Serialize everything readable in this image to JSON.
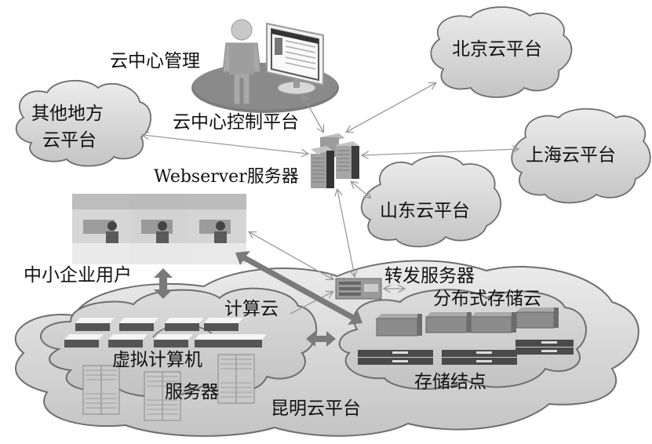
{
  "diagram": {
    "title": "昆明云平台 architecture",
    "labels": {
      "cloud_center_management": "云中心管理",
      "cloud_center_control_platform": "云中心控制平台",
      "webserver": "Webserver服务器",
      "other_regions_line1": "其他地方",
      "other_regions_line2": "云平台",
      "beijing": "北京云平台",
      "shanghai": "上海云平台",
      "shandong": "山东云平台",
      "sme_users": "中小企业用户",
      "forwarding_server": "转发服务器",
      "distributed_storage_cloud": "分布式存储云",
      "compute_cloud": "计算云",
      "virtual_computer": "虚拟计算机",
      "servers": "服务器",
      "storage_nodes": "存储结点",
      "kunming_platform": "昆明云平台"
    },
    "icons": [
      "admin-person-icon",
      "monitor-icon",
      "server-cluster-icon",
      "office-photo",
      "forwarding-server-icon",
      "blade-server-icon",
      "rack-server-icon",
      "storage-array-icon"
    ],
    "colors": {
      "cloud_fill": "#d2d2d2",
      "cloud_stroke": "#6e6e6e",
      "arrow_thin": "#9a9a9a",
      "arrow_thick": "#7a7a7a",
      "text": "#111111"
    }
  }
}
